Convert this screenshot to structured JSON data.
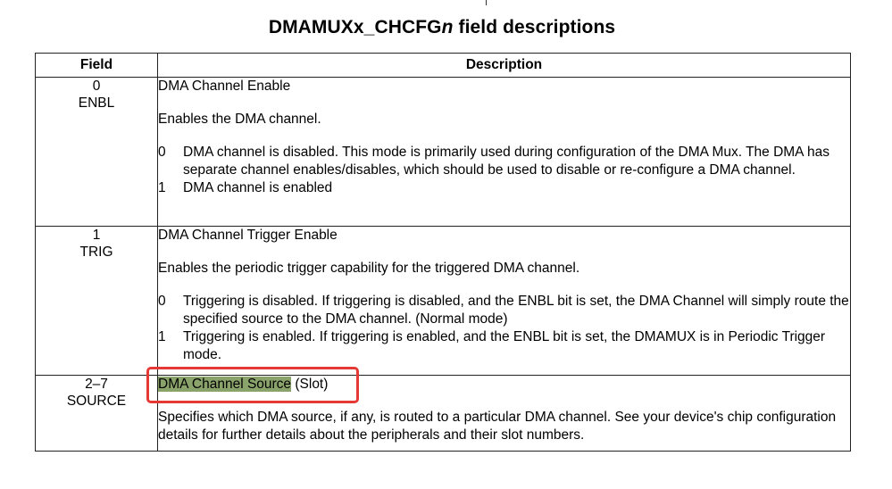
{
  "title": {
    "main": "DMAMUXx_CHCFG",
    "italic": "n",
    "rest": " field descriptions"
  },
  "table": {
    "headers": [
      "Field",
      "Description"
    ],
    "rows": [
      {
        "bits": "0",
        "field": "ENBL",
        "name": "DMA Channel Enable",
        "summary": "Enables the DMA channel.",
        "options": [
          {
            "value": "0",
            "text": "DMA channel is disabled. This mode is primarily used during configuration of the DMA Mux. The DMA has separate channel enables/disables, which should be used to disable or re-configure a DMA channel."
          },
          {
            "value": "1",
            "text": "DMA channel is enabled"
          }
        ]
      },
      {
        "bits": "1",
        "field": "TRIG",
        "name": "DMA Channel Trigger Enable",
        "summary": "Enables the periodic trigger capability for the triggered DMA channel.",
        "options": [
          {
            "value": "0",
            "text": "Triggering is disabled. If triggering is disabled, and the ENBL bit is set, the DMA Channel will simply route the specified source to the DMA channel. (Normal mode)"
          },
          {
            "value": "1",
            "text": "Triggering is enabled. If triggering is enabled, and the ENBL bit is set, the DMAMUX is in Periodic Trigger mode."
          }
        ]
      },
      {
        "bits": "2–7",
        "field": "SOURCE",
        "name_highlight": "DMA Channel Source",
        "name_rest": " (Slot)",
        "summary": "Specifies which DMA source, if any, is routed to a particular DMA channel. See your device's chip configuration details for further details about the peripherals and their slot numbers."
      }
    ]
  },
  "colors": {
    "highlight": "#8aa36b",
    "annotation": "#e53935"
  }
}
